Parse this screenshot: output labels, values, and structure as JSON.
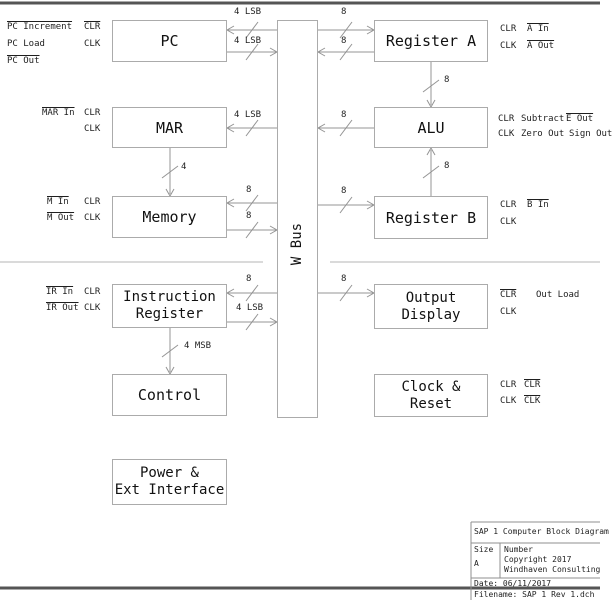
{
  "diagram": {
    "bus_label": "W Bus",
    "blocks": {
      "pc": "PC",
      "mar": "MAR",
      "memory": "Memory",
      "instruction_register": [
        "Instruction",
        "Register"
      ],
      "control": "Control",
      "power_ext": [
        "Power &",
        "Ext Interface"
      ],
      "register_a": "Register A",
      "alu": "ALU",
      "register_b": "Register B",
      "output_display": [
        "Output",
        "Display"
      ],
      "clock_reset": [
        "Clock &",
        "Reset"
      ]
    },
    "signals": {
      "pc": {
        "increment": "PC Increment",
        "load": "PC Load",
        "out": "PC Out",
        "clr": "CLR",
        "clk": "CLK"
      },
      "mar": {
        "in": "MAR In",
        "clr": "CLR",
        "clk": "CLK"
      },
      "memory": {
        "in": "M In",
        "out": "M Out",
        "clr": "CLR",
        "clk": "CLK"
      },
      "instruction_register": {
        "in": "IR In",
        "out": "IR Out",
        "clr": "CLR",
        "clk": "CLK"
      },
      "register_a": {
        "clr": "CLR",
        "clk": "CLK",
        "a_in": "A In",
        "a_out": "A Out"
      },
      "alu": {
        "clr": "CLR",
        "clk": "CLK",
        "subtract": "Subtract",
        "e_out": "E Out",
        "zero_out": "Zero Out",
        "sign_out": "Sign Out"
      },
      "register_b": {
        "clr": "CLR",
        "clk": "CLK",
        "b_in": "B In"
      },
      "output_display": {
        "clr": "CLR",
        "clk": "CLK",
        "out_load": "Out Load"
      },
      "clock_reset": {
        "clr": "CLR",
        "clk": "CLK",
        "clr_bar": "CLR",
        "clk_bar": "CLK"
      }
    },
    "wire_labels": {
      "lsb4": "4 LSB",
      "msb4": "4 MSB",
      "bus8": "8",
      "bus4": "4"
    }
  },
  "title_block": {
    "title": "SAP 1 Computer Block Diagram",
    "size_label": "Size",
    "size_value": "A",
    "number_label": "Number",
    "copyright": "Copyright 2017",
    "company": "Windhaven Consulting",
    "date": "Date: 06/11/2017",
    "filename": "Filename: SAP 1 Rev 1.dch"
  },
  "colors": {
    "wire": "#949494",
    "block_border": "#ababab",
    "sheet_border": "#555555",
    "text": "#1a1a1a"
  }
}
